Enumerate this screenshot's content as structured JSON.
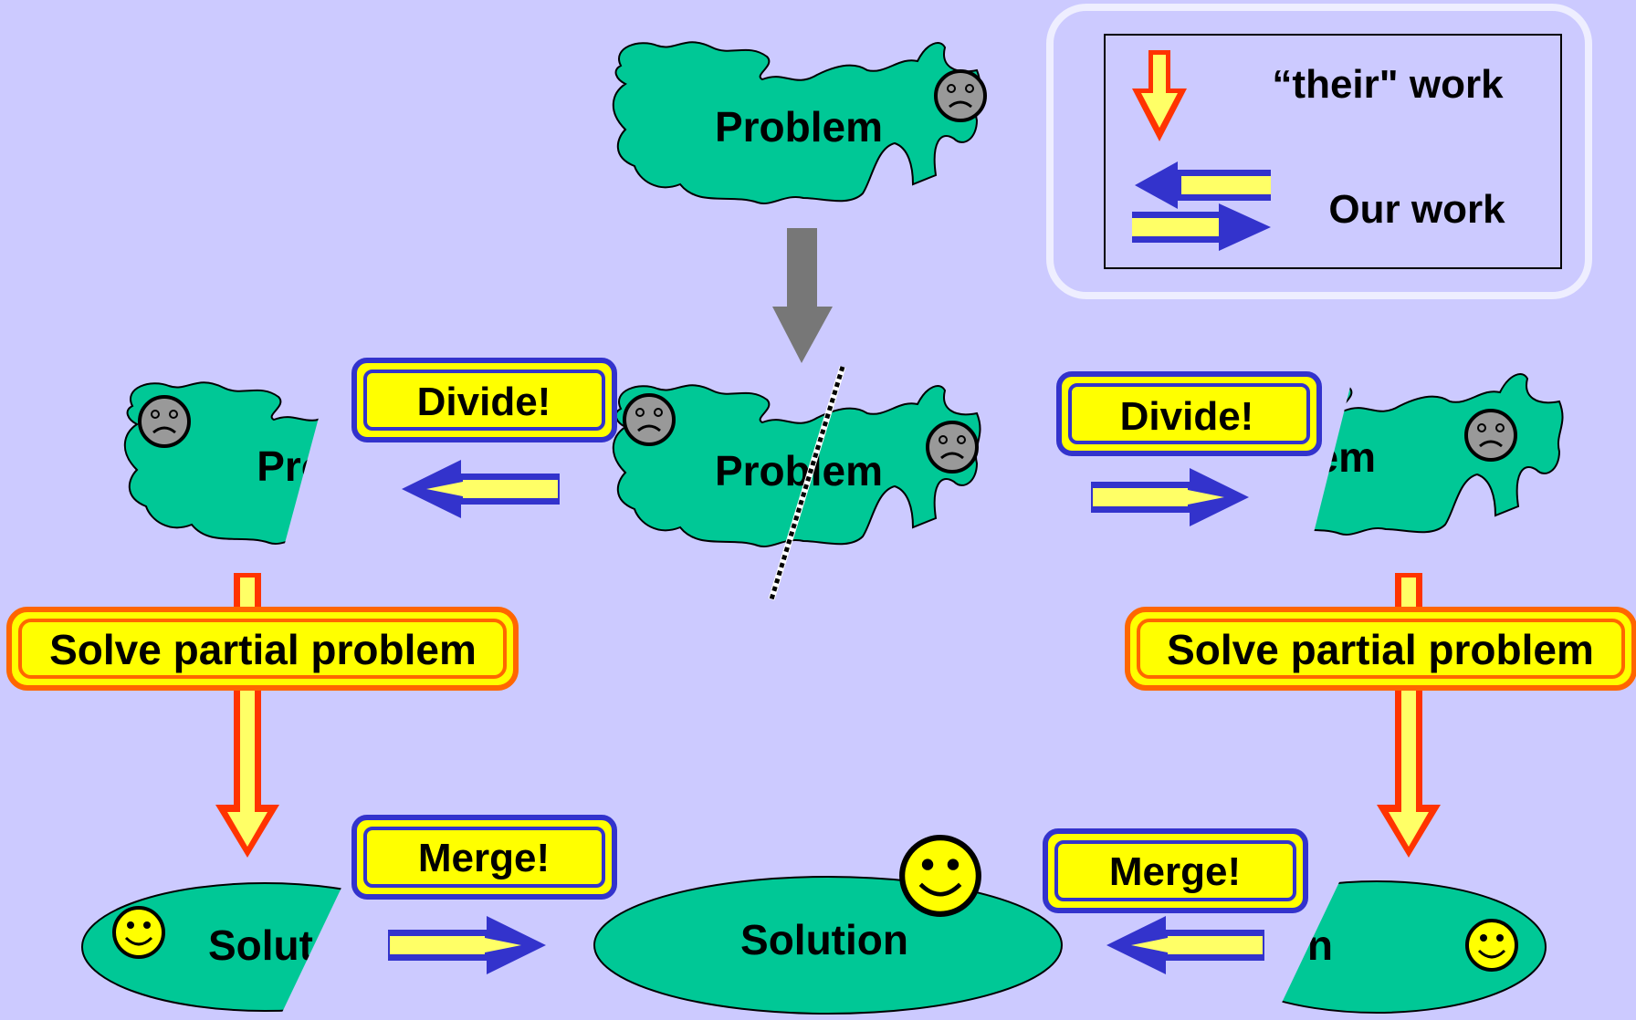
{
  "legend": {
    "their_work": "“their\" work",
    "our_work": "Our work"
  },
  "labels": {
    "problem": "Problem",
    "problem_left_part": "Probl",
    "problem_right_part": "lem",
    "solution": "Solution",
    "solution_left_part": "Solut",
    "solution_right_part": "ution",
    "divide": "Divide!",
    "merge": "Merge!",
    "solve_partial": "Solve partial problem"
  },
  "colors": {
    "background": "#cccaff",
    "blob_fill": "#00c896",
    "label_yellow": "#ffff00",
    "label_border_blue": "#3333cc",
    "label_border_orange": "#ff6600",
    "arrow_red": "#ff3300",
    "arrow_gray": "#777777"
  }
}
